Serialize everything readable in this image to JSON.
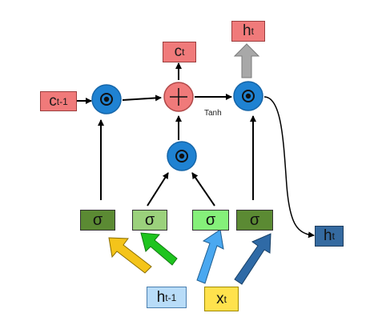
{
  "nodes": {
    "c_prev": {
      "main": "c",
      "sub": "t-1"
    },
    "c_t": {
      "main": "c",
      "sub": "t"
    },
    "h_t_top": {
      "main": "h",
      "sub": "t"
    },
    "h_t_right": {
      "main": "h",
      "sub": "t"
    },
    "h_prev": {
      "main": "h",
      "sub": "t-1"
    },
    "x_t": {
      "main": "x",
      "sub": "t"
    }
  },
  "tanh_label": "Tanh",
  "gates": [
    {
      "symbol": "σ",
      "color": "#5b8a33"
    },
    {
      "symbol": "σ",
      "color": "#9bd17c"
    },
    {
      "symbol": "σ",
      "color": "#85f07a"
    },
    {
      "symbol": "σ",
      "color": "#5b8a33"
    }
  ],
  "colors": {
    "cell_pink": "#f07a7a",
    "op_blue": "#1f82d2",
    "h_prev_box": "#b8dcf8",
    "x_t_box": "#ffe24d",
    "h_t_right_box": "#356aa0",
    "arrow_yellow": "#f4c41a",
    "arrow_green": "#1ec41e",
    "arrow_lightblue": "#4aa8f0",
    "arrow_darkblue": "#2f6aa6",
    "output_arrow_gray": "#a8a8a8"
  }
}
